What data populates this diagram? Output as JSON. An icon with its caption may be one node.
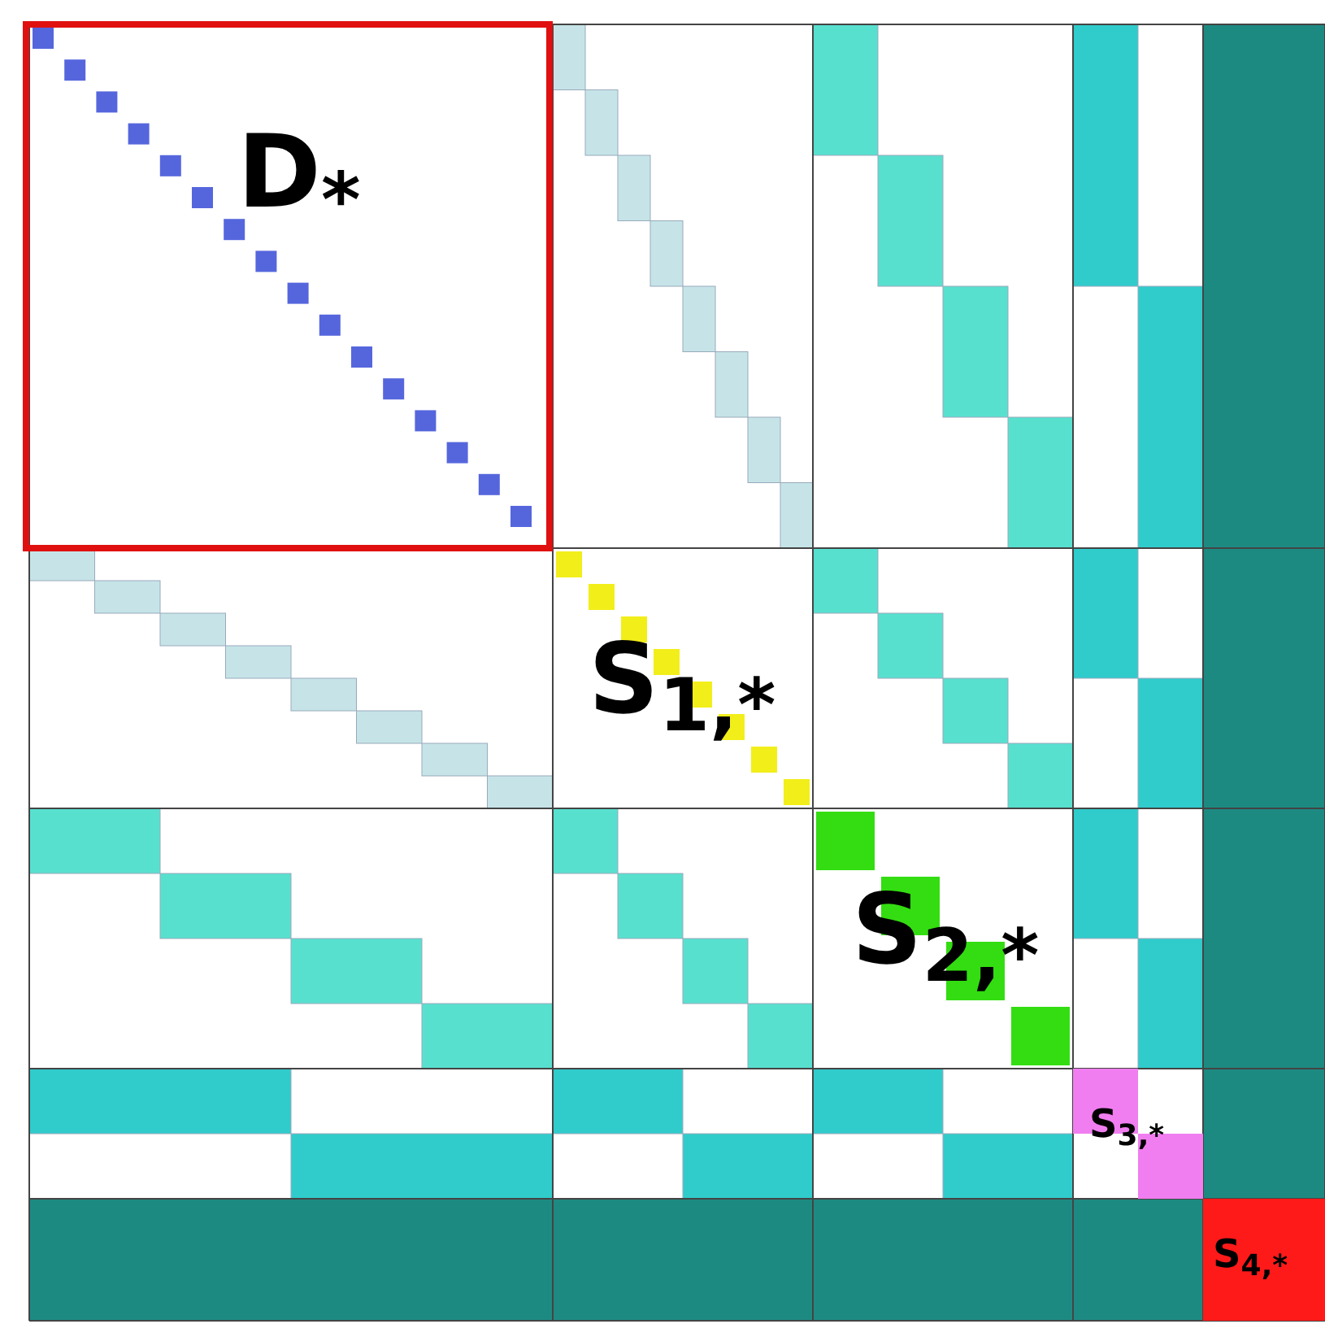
{
  "diagram": {
    "nodes": [
      {
        "text": [
          "D$_{*}$"
        ]
      },
      {
        "text": [
          "S$_{3,*}$"
        ]
      },
      {
        "text": [
          "S$_{4,*}$"
        ]
      }
    ],
    "labels": [
      "S$_{1,*}$",
      "S$_{2,*}$"
    ]
  }
}
